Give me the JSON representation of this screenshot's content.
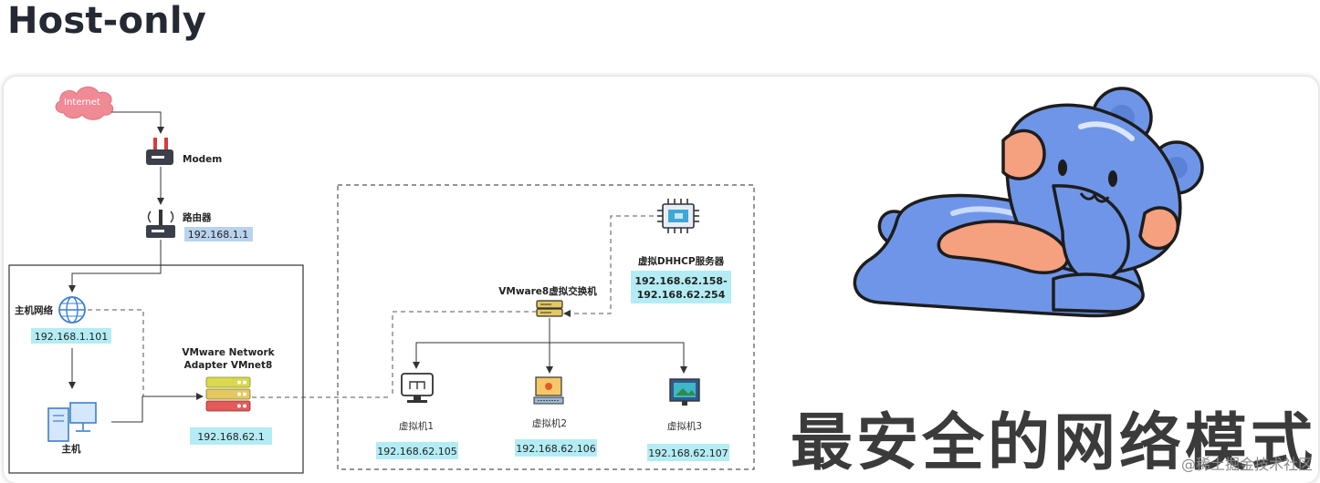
{
  "page": {
    "title": "Host-only",
    "slogan": "最安全的网络模式",
    "watermark": "@稀土掘金技术社区"
  },
  "diagram": {
    "internet": "Internet",
    "modem": "Modem",
    "router": {
      "label": "路由器",
      "ip": "192.168.1.1"
    },
    "host_network": {
      "label": "主机网络",
      "ip": "192.168.1.101"
    },
    "host": {
      "label": "主机"
    },
    "adapter": {
      "label_line1": "VMware Network",
      "label_line2": "Adapter VMnet8",
      "ip": "192.168.62.1"
    },
    "switch": {
      "label": "VMware8虚拟交换机"
    },
    "dhcp": {
      "label": "虚拟DHHCP服务器",
      "range_start": "192.168.62.158-",
      "range_end": "192.168.62.254"
    },
    "vms": [
      {
        "label": "虚拟机1",
        "ip": "192.168.62.105"
      },
      {
        "label": "虚拟机2",
        "ip": "192.168.62.106"
      },
      {
        "label": "虚拟机3",
        "ip": "192.168.62.107"
      }
    ]
  },
  "colors": {
    "ip_box": "#b3ecf4",
    "router_ip_box": "#b9d3ee",
    "cloud": "#f08a95",
    "bear_body": "#6f95e8",
    "bear_cheek": "#f5a07e"
  }
}
